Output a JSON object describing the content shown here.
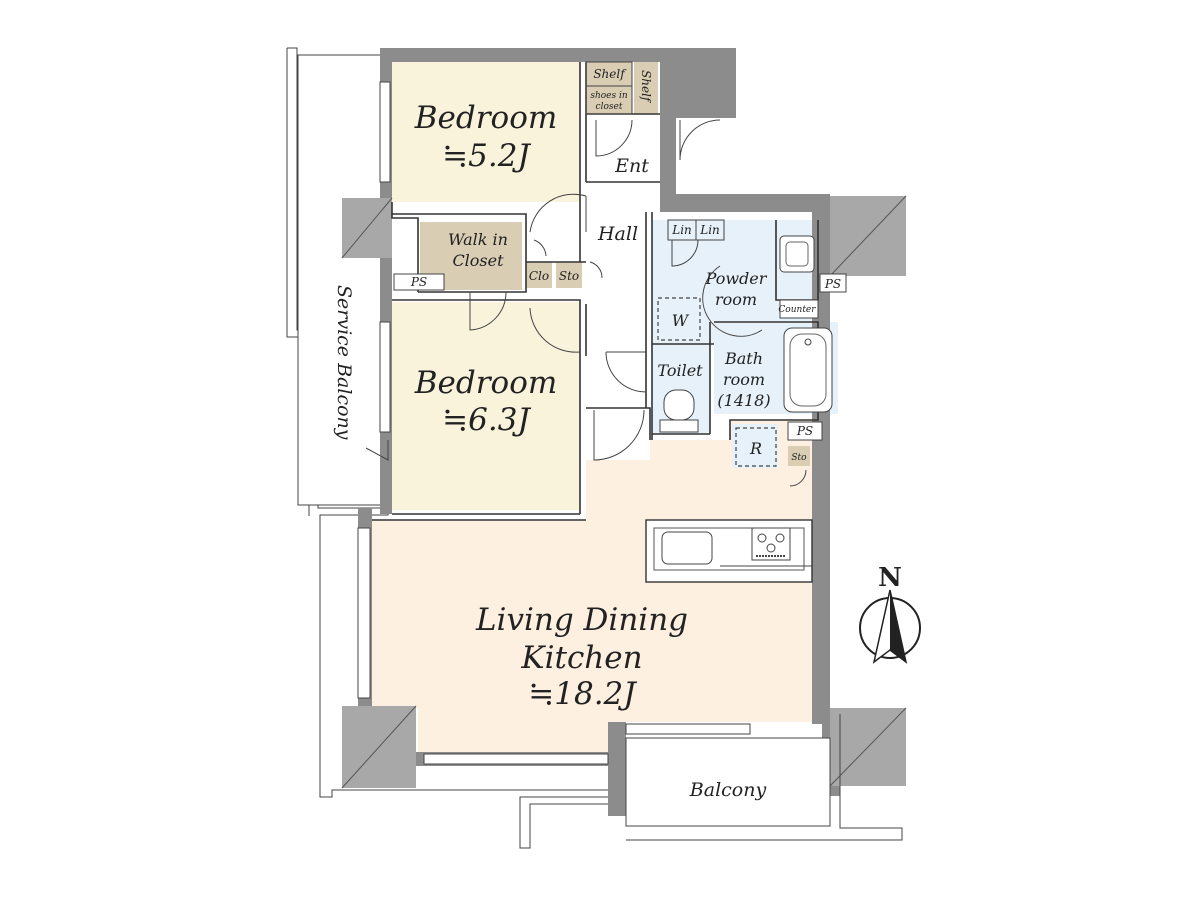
{
  "rooms": {
    "bedroom1": {
      "name": "Bedroom",
      "size": "≒5.2J"
    },
    "bedroom2": {
      "name": "Bedroom",
      "size": "≒6.3J"
    },
    "ldk": {
      "name_line1": "Living Dining",
      "name_line2": "Kitchen",
      "size": "≒18.2J"
    },
    "walk_in_closet": {
      "line1": "Walk in",
      "line2": "Closet"
    },
    "entrance": "Ent",
    "hall": "Hall",
    "powder_room": {
      "line1": "Powder",
      "line2": "room"
    },
    "bathroom": {
      "line1": "Bath",
      "line2": "room",
      "line3": "(1418)"
    },
    "toilet": "Toilet",
    "balcony": "Balcony",
    "service_balcony": "Service Balcony"
  },
  "fixtures": {
    "shelf_top": "Shelf",
    "shelf_side": "Shelf",
    "shoes_line1": "shoes in",
    "shoes_line2": "closet",
    "lin1": "Lin",
    "lin2": "Lin",
    "closet": "Clo",
    "storage1": "Sto",
    "storage2": "Sto",
    "ps1": "PS",
    "ps2": "PS",
    "ps3": "PS",
    "washer": "W",
    "refrigerator": "R",
    "counter": "Counter"
  },
  "compass": {
    "north_label": "N"
  },
  "colors": {
    "wall": "#8c8c8c",
    "bedroom_fill": "#faf3dc",
    "ldk_fill": "#fdf0e0",
    "closet_fill": "#d9cdb3",
    "wet_area_fill": "#e6f1fa"
  }
}
